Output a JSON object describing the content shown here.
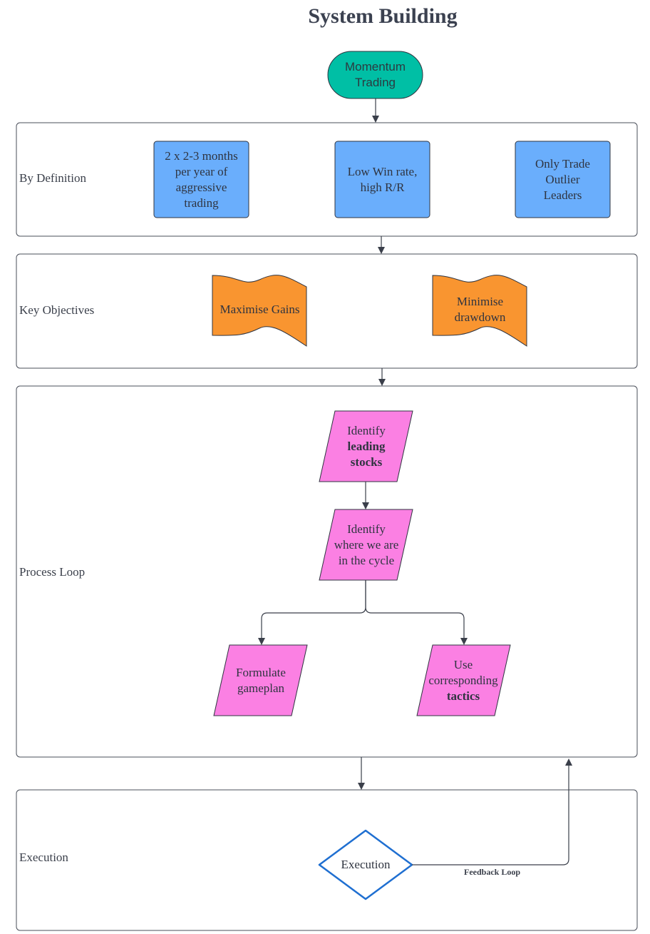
{
  "title": "System Building",
  "start": {
    "line1": "Momentum",
    "line2": "Trading"
  },
  "lanes": {
    "definition": "By Definition",
    "objectives": "Key Objectives",
    "process": "Process Loop",
    "execution": "Execution"
  },
  "definition_boxes": [
    {
      "lines": [
        "2 x 2-3 months",
        "per year of",
        "aggressive",
        "trading"
      ]
    },
    {
      "lines": [
        "Low Win rate,",
        "high R/R"
      ]
    },
    {
      "lines": [
        "Only Trade",
        "Outlier",
        "Leaders"
      ]
    }
  ],
  "objectives": [
    {
      "lines": [
        "Maximise Gains"
      ]
    },
    {
      "lines": [
        "Minimise",
        "drawdown"
      ]
    }
  ],
  "process": {
    "step1": {
      "line1": "Identify",
      "line2": "leading",
      "line3": "stocks"
    },
    "step2": {
      "line1": "Identify",
      "line2": "where we are",
      "line3": "in the cycle"
    },
    "step3": {
      "line1": "Formulate",
      "line2": "gameplan"
    },
    "step4": {
      "line1": "Use",
      "line2": "corresponding",
      "line3": "tactics"
    }
  },
  "execution_node": "Execution",
  "feedback_label": "Feedback Loop",
  "colors": {
    "start_fill": "#00bfa5",
    "definition_fill": "#6aaefc",
    "objective_fill": "#f99530",
    "process_fill": "#fb80e3",
    "execution_stroke": "#1f6fd1",
    "line": "#3a3f4a"
  }
}
